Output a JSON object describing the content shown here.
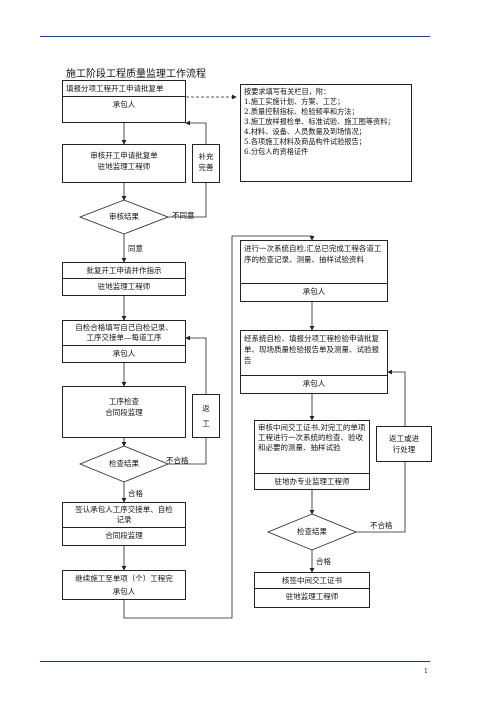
{
  "page": {
    "title": "施工阶段工程质量监理工作流程",
    "page_number": "1"
  },
  "left": {
    "box1": {
      "text": "填报分项工程开工申请批复单",
      "role": "承包人"
    },
    "box2": {
      "line1": "审核开工申请批复单",
      "line2": "驻地监理工程师"
    },
    "supplement": {
      "line1": "补充",
      "line2": "完善"
    },
    "decision1": {
      "text": "审核结果",
      "no": "不同意",
      "yes": "同意"
    },
    "box3": {
      "text": "批复开工申请并作指示",
      "role": "驻地监理工程师"
    },
    "box4": {
      "line1": "自检合格填写自己自检记录、",
      "line2": "工序交接单—每道工序",
      "role": "承包人"
    },
    "box5": {
      "line1": "工序检查",
      "line2": "合同段监理"
    },
    "rework": {
      "line1": "返",
      "line2": "工"
    },
    "decision2": {
      "text": "检查结果",
      "no": "不合格",
      "yes": "合格"
    },
    "box6": {
      "line1": "签认承包人工序交接单、自检",
      "line2": "记录",
      "role": "合同段监理"
    },
    "box7": {
      "text": "继续施工至单项（个）工程完",
      "role": "承包人"
    }
  },
  "right": {
    "requirements": [
      "按要求填写有关栏目，附：",
      "1.施工实施计划、方案、工艺；",
      "2.质量控制指标、检验频率和方法；",
      "3.施工放样报检单、标准试验、施工图等资料；",
      "4.材料、设备、人员数量及到场情况；",
      "5.各项施工材料及商品构件试验报告；",
      "6.分包人的资格证件"
    ],
    "boxA": {
      "text": "进行一次系统自检,汇总已完成工程各道工序的检查记录、测量、抽样试验资料",
      "role": "承包人"
    },
    "boxB": {
      "text": "经系统自检、填报分项工程检验申请批复单、现场质量检验报告单及测量、试验报告",
      "role": "承包人"
    },
    "boxC": {
      "text": "审核中间交工证书,对完工的单项工程进行一次系统的检查、验收和必要的测量、抽样试验",
      "role": "驻地办专业监理工程师"
    },
    "rework": {
      "line1": "返工或进",
      "line2": "行处理"
    },
    "decision": {
      "text": "检查结果",
      "no": "不合格",
      "yes": "合格"
    },
    "boxD": {
      "text": "核签中间交工证书",
      "role": "驻地监理工程师"
    }
  }
}
